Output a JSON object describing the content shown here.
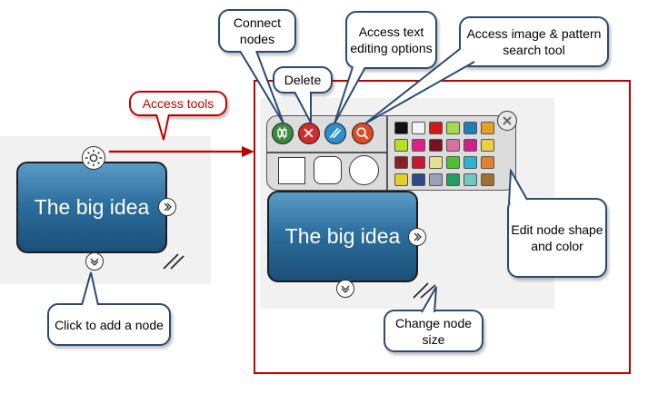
{
  "node": {
    "label": "The big idea"
  },
  "callouts": {
    "access_tools": "Access tools",
    "connect_nodes": "Connect nodes",
    "delete": "Delete",
    "text_options": "Access text editing options",
    "image_search": "Access image & pattern search tool",
    "edit_shape": "Edit node shape and color",
    "change_size": "Change node size",
    "add_node": "Click to add a node"
  },
  "tools": [
    {
      "name": "connect-tool",
      "color": "#3a8a3a"
    },
    {
      "name": "delete-tool",
      "color": "#d22b2b"
    },
    {
      "name": "text-tool",
      "color": "#2a8fd0"
    },
    {
      "name": "search-tool",
      "color": "#e04a20"
    }
  ],
  "swatches": [
    "#111111",
    "#f4f4f4",
    "#d01818",
    "#a3d94a",
    "#1f7db8",
    "#e8a020",
    "#b8e021",
    "#e0208a",
    "#7a1020",
    "#d870a0",
    "#d02090",
    "#f0d040",
    "#8a1f2a",
    "#c81830",
    "#e8e090",
    "#50c030",
    "#30b0d0",
    "#e08030",
    "#e0d020",
    "#2a4a8a",
    "#9aa0b8",
    "#20a060",
    "#70c8c0",
    "#a07030"
  ],
  "colors": {
    "callout_border": "#2b4a73",
    "accent_red": "#c00000",
    "node_top": "#5b9bc6",
    "node_bottom": "#1b4f78"
  }
}
